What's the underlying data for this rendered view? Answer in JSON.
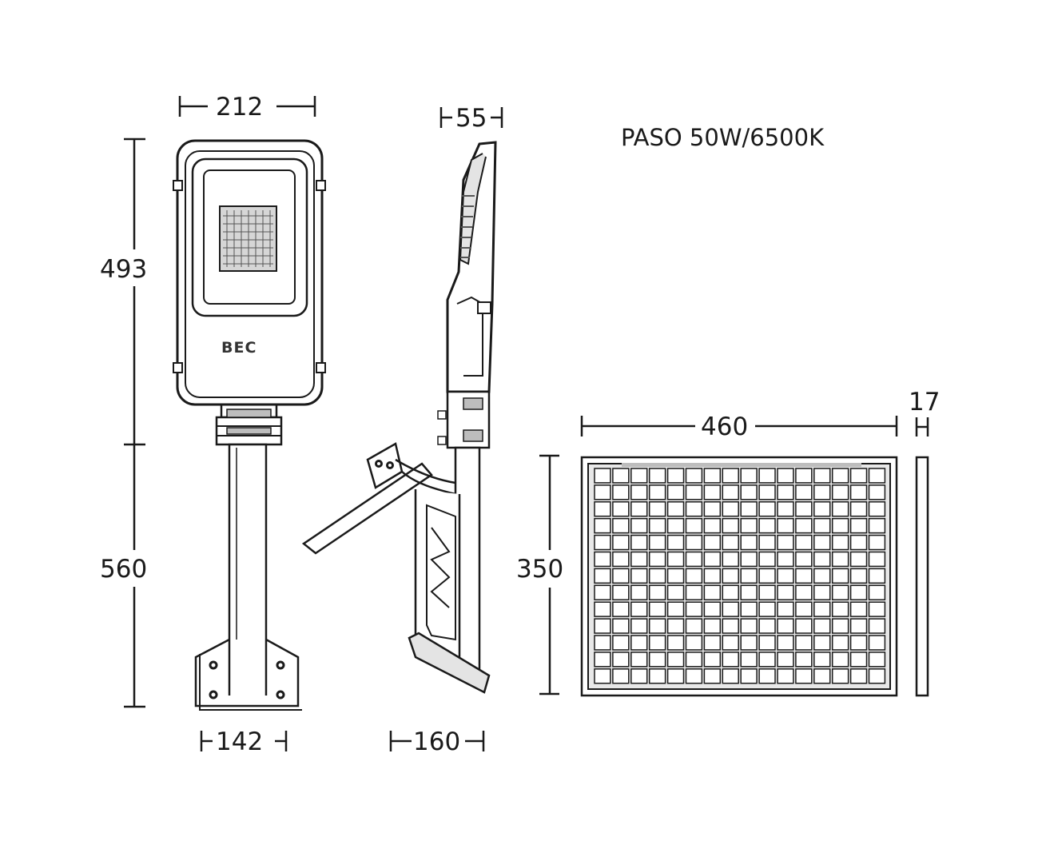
{
  "title": "PASO 50W/6500K",
  "brand_logo": "BEC",
  "dimensions": {
    "lamp_width": "212",
    "lamp_height": "493",
    "pole_height": "560",
    "base_width": "142",
    "side_depth": "55",
    "side_base_depth": "160",
    "panel_width": "460",
    "panel_height": "350",
    "panel_thickness": "17"
  },
  "colors": {
    "line": "#1a1a1a",
    "shade": "#bdbdbd",
    "cell": "#cfcfcf"
  }
}
